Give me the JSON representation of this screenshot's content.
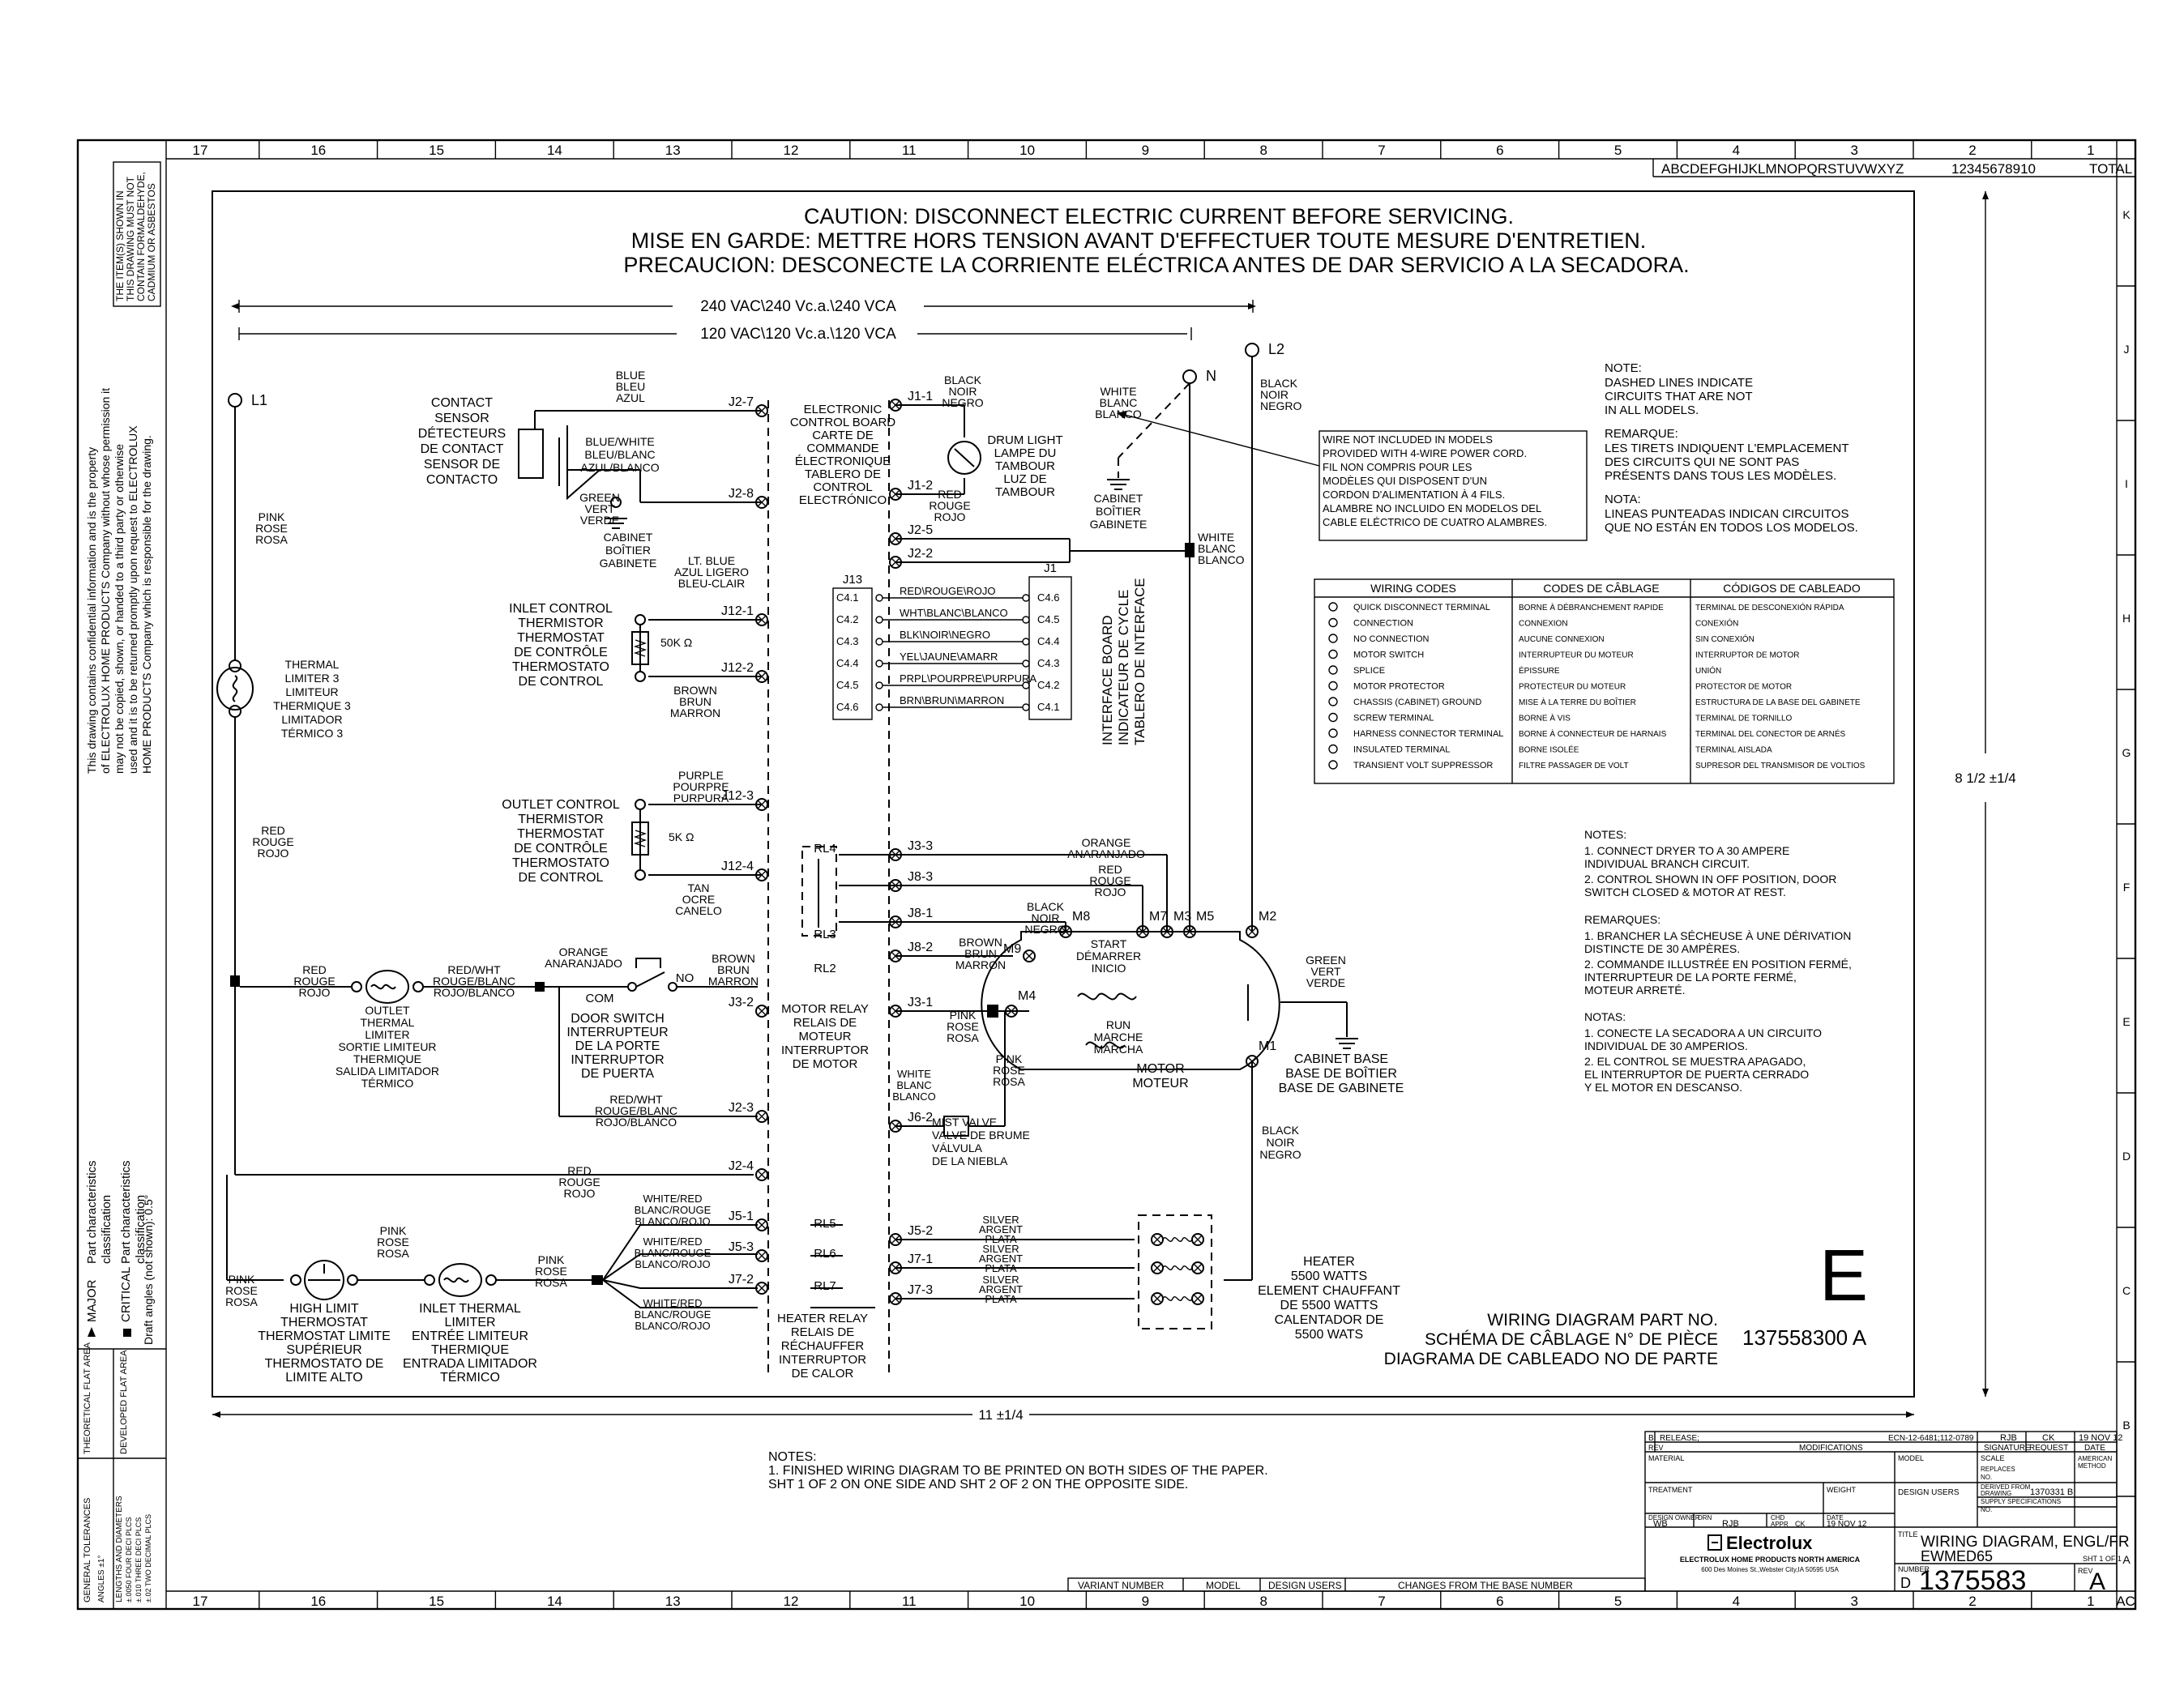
{
  "border": {
    "cols_top": [
      "17",
      "16",
      "15",
      "14",
      "13",
      "12",
      "11",
      "10",
      "9",
      "8",
      "7",
      "6",
      "5",
      "4",
      "3",
      "2",
      "1"
    ],
    "cols_bottom": [
      "17",
      "16",
      "15",
      "14",
      "13",
      "12",
      "11",
      "10",
      "9",
      "8",
      "7",
      "6",
      "5",
      "4",
      "3",
      "2",
      "1",
      "AC"
    ],
    "rows": [
      "K",
      "J",
      "I",
      "H",
      "G",
      "F",
      "E",
      "D",
      "C",
      "B",
      "A"
    ],
    "rev_letters": "ABCDEFGHIJKLMNOPQRSTUVWXYZ",
    "rev_numbers": "12345678910",
    "rev_total": "TOTAL"
  },
  "left_margin": {
    "box_top": [
      "THE ITEM(S) SHOWN IN",
      "THIS DRAWING MUST NOT",
      "CONTAIN FORMALDEHYDE,",
      "CADMIUM OR ASBESTOS"
    ],
    "confidential": [
      "This drawing contains confidential information and is the property",
      "of ELECTROLUX HOME PRODUCTS Company without whose permission it",
      "may not be copied, shown, or handed to a third party or otherwise",
      "used and it is to be returned promptly upon request to ELECTROLUX",
      "HOME PRODUCTS Company which is responsible for the drawing."
    ],
    "part_char": [
      "Part characteristics",
      "classification",
      "Part characteristics",
      "classification"
    ],
    "major": "MAJOR",
    "critical": "CRITICAL",
    "draft": "Draft angles (not shown):  0.5°",
    "flat_theo": "THEORETICAL FLAT AREA",
    "flat_dev": "DEVELOPED FLAT AREA",
    "gen_tol": "GENERAL TOLERANCES",
    "angles": "ANGLES  ±1°",
    "lengths": "LENGTHS AND DIAMETERS",
    "dec": [
      "±.0050  FOUR DECI PLCS",
      "±.010  THREE DECI PLCS",
      "±.02  TWO DECIMAL PLCS"
    ]
  },
  "caution": [
    "CAUTION:  DISCONNECT ELECTRIC CURRENT BEFORE SERVICING.",
    "MISE EN GARDE:  METTRE HORS TENSION AVANT D'EFFECTUER TOUTE MESURE D'ENTRETIEN.",
    "PRECAUCION:  DESCONECTE LA CORRIENTE ELÉCTRICA ANTES DE DAR SERVICIO A LA SECADORA."
  ],
  "voltage": {
    "v240": "240 VAC\\240 Vc.a.\\240 VCA",
    "v120": "120 VAC\\120 Vc.a.\\120 VCA",
    "l1": "L1",
    "l2": "L2",
    "n": "N"
  },
  "dim": {
    "height": "8 1/2 ±1/4",
    "width": "11 ±1/4"
  },
  "labels": {
    "blue": [
      "BLUE",
      "BLEU",
      "AZUL"
    ],
    "contact": [
      "CONTACT",
      "SENSOR",
      "DÉTECTEURS",
      "DE CONTACT",
      "SENSOR DE",
      "CONTACTO"
    ],
    "blue_white": [
      "BLUE/WHITE",
      "BLEU/BLANC",
      "AZUL/BLANCO"
    ],
    "green": [
      "GREEN",
      "VERT",
      "VERDE"
    ],
    "cabinet1": [
      "CABINET",
      "BOÎTIER",
      "GABINETE"
    ],
    "ecb": [
      "ELECTRONIC",
      "CONTROL BOARD",
      "CARTE DE",
      "COMMANDE",
      "ÉLECTRONIQUE",
      "TABLERO DE",
      "CONTROL",
      "ELECTRÓNICO"
    ],
    "black1": [
      "BLACK",
      "NOIR",
      "NEGRO"
    ],
    "drum": [
      "DRUM LIGHT",
      "LAMPE DU",
      "TAMBOUR",
      "LUZ DE",
      "TAMBOUR"
    ],
    "red_j12": [
      "RED",
      "ROUGE",
      "ROJO"
    ],
    "white1": [
      "WHITE",
      "BLANC",
      "BLANCO"
    ],
    "cabinet2": [
      "CABINET",
      "BOÎTIER",
      "GABINETE"
    ],
    "black_l2": [
      "BLACK",
      "NOIR",
      "NEGRO"
    ],
    "white2": [
      "WHITE",
      "BLANC",
      "BLANCO"
    ],
    "wire_note": [
      "WIRE NOT INCLUDED IN MODELS",
      "PROVIDED WITH 4-WIRE POWER CORD.",
      "FIL NON COMPRIS POUR LES",
      "MODÈLES QUI DISPOSENT D'UN",
      "CORDON D'ALIMENTATION À 4 FILS.",
      "ALAMBRE NO INCLUIDO EN MODELOS DEL",
      "CABLE ELÉCTRICO DE CUATRO ALAMBRES."
    ],
    "pink_l1": [
      "PINK",
      "ROSE",
      "ROSA"
    ],
    "lt_blue": [
      "LT. BLUE",
      "AZUL LIGERO",
      "BLEU-CLAIR"
    ],
    "inlet_therm": [
      "INLET CONTROL",
      "THERMISTOR",
      "THERMOSTAT",
      "DE CONTRÔLE",
      "THERMOSTATO",
      "DE CONTROL"
    ],
    "k50": "50K Ω",
    "brown1": [
      "BROWN",
      "BRUN",
      "MARRON"
    ],
    "thermal_limiter": [
      "THERMAL",
      "LIMITER 3",
      "LIMITEUR",
      "THERMIQUE 3",
      "LIMITADOR",
      "TÉRMICO 3"
    ],
    "j13": "J13",
    "j1": "J1",
    "j13_pins": [
      "C4.1",
      "C4.2",
      "C4.3",
      "C4.4",
      "C4.5",
      "C4.6"
    ],
    "j1_pins": [
      "C4.6",
      "C4.5",
      "C4.4",
      "C4.3",
      "C4.2",
      "C4.1"
    ],
    "harness": [
      "RED\\ROUGE\\ROJO",
      "WHT\\BLANC\\BLANCO",
      "BLK\\NOIR\\NEGRO",
      "YEL\\JAUNE\\AMARR",
      "PRPL\\POURPRE\\PURPURA",
      "BRN\\BRUN\\MARRON"
    ],
    "interface": [
      "INTERFACE BOARD",
      "INDICATEUR DE CYCLE",
      "TABLERO DE INTERFACE"
    ],
    "purple": [
      "PURPLE",
      "POURPRE",
      "PURPURA"
    ],
    "outlet_therm": [
      "OUTLET CONTROL",
      "THERMISTOR",
      "THERMOSTAT",
      "DE CONTRÔLE",
      "THERMOSTATO",
      "DE CONTROL"
    ],
    "k5": "5K Ω",
    "tan": [
      "TAN",
      "OCRE",
      "CANELO"
    ],
    "red_left": [
      "RED",
      "ROUGE",
      "ROJO"
    ],
    "orange_top": [
      "ORANGE",
      "ANARANJADO"
    ],
    "red_j8": [
      "RED",
      "ROUGE",
      "ROJO"
    ],
    "black_m8": [
      "BLACK",
      "NOIR",
      "NEGRO"
    ],
    "brown_m9": [
      "BROWN",
      "BRUN",
      "MARRON"
    ],
    "start": [
      "START",
      "DÉMARRER",
      "INICIO"
    ],
    "run": [
      "RUN",
      "MARCHE",
      "MARCHA"
    ],
    "motor": [
      "MOTOR",
      "MOTEUR"
    ],
    "green_motor": [
      "GREEN",
      "VERT",
      "VERDE"
    ],
    "cabinet_base": [
      "CABINET BASE",
      "BASE DE BOÎTIER",
      "BASE DE GABINETE"
    ],
    "black_m1": [
      "BLACK",
      "NOIR",
      "NEGRO"
    ],
    "red2": [
      "RED",
      "ROUGE",
      "ROJO"
    ],
    "outlet_limiter": [
      "OUTLET",
      "THERMAL",
      "LIMITER",
      "SORTIE LIMITEUR",
      "THERMIQUE",
      "SALIDA LIMITADOR",
      "TÉRMICO"
    ],
    "red_wht": [
      "RED/WHT",
      "ROUGE/BLANC",
      "ROJO/BLANCO"
    ],
    "orange_ds": [
      "ORANGE",
      "ANARANJADO"
    ],
    "com": "COM",
    "no": "NO",
    "brown_ds": [
      "BROWN",
      "BRUN",
      "MARRON"
    ],
    "door_switch": [
      "DOOR SWITCH",
      "INTERRUPTEUR",
      "DE LA PORTE",
      "INTERRUPTOR",
      "DE PUERTA"
    ],
    "motor_relay": [
      "MOTOR RELAY",
      "RELAIS DE",
      "MOTEUR",
      "INTERRUPTOR",
      "DE MOTOR"
    ],
    "pink_j31": [
      "PINK",
      "ROSE",
      "ROSA"
    ],
    "pink_m4": [
      "PINK",
      "ROSE",
      "ROSA"
    ],
    "white_j62": [
      "WHITE",
      "BLANC",
      "BLANCO"
    ],
    "mist": [
      "MIST VALVE",
      "VALVE DE BRUME",
      "VÁLVULA",
      "DE LA NIEBLA"
    ],
    "red_wht2": [
      "RED/WHT",
      "ROUGE/BLANC",
      "ROJO/BLANCO"
    ],
    "red_j24": [
      "RED",
      "ROUGE",
      "ROJO"
    ],
    "white_red1": [
      "WHITE/RED",
      "BLANC/ROUGE",
      "BLANCO/ROJO"
    ],
    "white_red2": [
      "WHITE/RED",
      "BLANC/ROUGE",
      "BLANCO/ROJO"
    ],
    "white_red3": [
      "WHITE/RED",
      "BLANC/ROUGE",
      "BLANCO/ROJO"
    ],
    "pink_hl": [
      "PINK",
      "ROSE",
      "ROSA"
    ],
    "pink_il": [
      "PINK",
      "ROSE",
      "ROSA"
    ],
    "pink_bot": [
      "PINK",
      "ROSE",
      "ROSA"
    ],
    "high_limit": [
      "HIGH LIMIT",
      "THERMOSTAT",
      "THERMOSTAT LIMITE",
      "SUPÉRIEUR",
      "THERMOSTATO DE",
      "LIMITE ALTO"
    ],
    "inlet_limiter": [
      "INLET THERMAL",
      "LIMITER",
      "ENTRÉE LIMITEUR",
      "THERMIQUE",
      "ENTRADA LIMITADOR",
      "TÉRMICO"
    ],
    "heater_relay": [
      "HEATER RELAY",
      "RELAIS DE",
      "RÉCHAUFFER",
      "INTERRUPTOR",
      "DE CALOR"
    ],
    "silver1": [
      "SILVER",
      "ARGENT",
      "PLATA"
    ],
    "silver2": [
      "SILVER",
      "ARGENT",
      "PLATA"
    ],
    "silver3": [
      "SILVER",
      "ARGENT",
      "PLATA"
    ],
    "heater": [
      "HEATER",
      "5500 WATTS",
      "ELEMENT CHAUFFANT",
      "DE 5500 WATTS",
      "CALENTADOR DE",
      "5500 WATS"
    ],
    "rl": [
      "RL4",
      "RL3",
      "RL2",
      "RL5",
      "RL6",
      "RL7"
    ]
  },
  "pins": {
    "j27": "J2-7",
    "j28": "J2-8",
    "j11": "J1-1",
    "j12": "J1-2",
    "j25": "J2-5",
    "j22": "J2-2",
    "j121": "J12-1",
    "j122": "J12-2",
    "j123": "J12-3",
    "j124": "J12-4",
    "j33": "J3-3",
    "j83": "J8-3",
    "j81": "J8-1",
    "j82": "J8-2",
    "j32": "J3-2",
    "j31": "J3-1",
    "j23": "J2-3",
    "j62": "J6-2",
    "j24": "J2-4",
    "j51": "J5-1",
    "j53": "J5-3",
    "j72": "J7-2",
    "j52": "J5-2",
    "j71": "J7-1",
    "j73": "J7-3",
    "m8": "M8",
    "m7": "M7",
    "m3": "M3",
    "m5": "M5",
    "m2": "M2",
    "m9": "M9",
    "m4": "M4",
    "m1": "M1"
  },
  "notes_top": {
    "note_h": "NOTE:",
    "note": [
      "DASHED LINES INDICATE",
      "CIRCUITS THAT ARE NOT",
      "IN ALL MODELS."
    ],
    "rem_h": "REMARQUE:",
    "rem": [
      "LES TIRETS INDIQUENT L'EMPLACEMENT",
      "DES CIRCUITS QUI NE SONT PAS",
      "PRÉSENTS DANS TOUS LES MODÈLES."
    ],
    "nota_h": "NOTA:",
    "nota": [
      "LINEAS PUNTEADAS INDICAN CIRCUITOS",
      "QUE NO ESTÁN EN TODOS LOS MODELOS."
    ]
  },
  "wiring_codes": {
    "headers": [
      "WIRING CODES",
      "CODES DE CÂBLAGE",
      "CÓDIGOS DE CABLEADO"
    ],
    "en": [
      "QUICK DISCONNECT TERMINAL",
      "CONNECTION",
      "NO CONNECTION",
      "MOTOR SWITCH",
      "SPLICE",
      "MOTOR PROTECTOR",
      "CHASSIS (CABINET) GROUND",
      "SCREW TERMINAL",
      "HARNESS CONNECTOR TERMINAL",
      "INSULATED TERMINAL",
      "TRANSIENT VOLT SUPPRESSOR"
    ],
    "fr": [
      "BORNE À DÉBRANCHEMENT RAPIDE",
      "CONNEXION",
      "AUCUNE CONNEXION",
      "INTERRUPTEUR DU MOTEUR",
      "ÉPISSURE",
      "PROTECTEUR DU MOTEUR",
      "MISE À LA TERRE DU BOÎTIER",
      "BORNE À VIS",
      "BORNE À CONNECTEUR DE HARNAIS",
      "BORNE ISOLÉE",
      "FILTRE PASSAGER DE VOLT"
    ],
    "es": [
      "TERMINAL DE DESCONEXIÓN RÁPIDA",
      "CONEXIÓN",
      "SIN CONEXIÓN",
      "INTERRUPTOR DE MOTOR",
      "UNIÓN",
      "PROTECTOR DE MOTOR",
      "ESTRUCTURA DE LA BASE DEL GABINETE",
      "TERMINAL DE TORNILLO",
      "TERMINAL DEL CONECTOR DE ARNÉS",
      "TERMINAL AISLADA",
      "SUPRESOR DEL TRANSMISOR DE VOLTIOS"
    ]
  },
  "notes_mid": {
    "notes_h": "NOTES:",
    "notes": [
      "1. CONNECT DRYER TO A 30 AMPERE",
      "    INDIVIDUAL BRANCH CIRCUIT.",
      "2. CONTROL SHOWN IN OFF POSITION, DOOR",
      "    SWITCH CLOSED & MOTOR AT REST."
    ],
    "rem_h": "REMARQUES:",
    "rem": [
      "1. BRANCHER LA SÉCHEUSE À UNE DÉRIVATION",
      "    DISTINCTE DE 30 AMPÈRES.",
      "2. COMMANDE ILLUSTRÉE EN POSITION FERMÉ,",
      "    INTERRUPTEUR DE LA PORTE FERMÉ,",
      "    MOTEUR ARRETÉ."
    ],
    "nota_h": "NOTAS:",
    "nota": [
      "1. CONECTE LA SECADORA A UN CIRCUITO",
      "    INDIVIDUAL DE 30 AMPERIOS.",
      "2. EL CONTROL SE MUESTRA APAGADO,",
      "    EL INTERRUPTOR DE PUERTA CERRADO",
      "    Y EL MOTOR EN DESCANSO."
    ]
  },
  "part": {
    "letter": "E",
    "lines": [
      "WIRING DIAGRAM PART NO.",
      "SCHÉMA DE CÂBLAGE N° DE PIÈCE",
      "DIAGRAMA DE CABLEADO NO DE PARTE"
    ],
    "number": "137558300  A"
  },
  "notes_bottom": {
    "h": "NOTES:",
    "lines": [
      "1. FINISHED WIRING DIAGRAM TO BE PRINTED ON BOTH SIDES OF THE PAPER.",
      "    SHT 1 OF 2 ON ONE SIDE AND SHT 2 OF 2 ON THE OPPOSITE SIDE."
    ]
  },
  "title_block": {
    "rel_b": "B",
    "rel_label": "RELEASE;",
    "rel_ecn": "ECN-12-6481;112-0789",
    "rel_rjb": "RJB",
    "rel_ck": "CK",
    "rel_date": "19 NOV 12",
    "rev": "REV",
    "modifications": "MODIFICATIONS",
    "signature": "SIGNATURE",
    "request": "REQUEST",
    "date": "DATE",
    "material": "MATERIAL",
    "model": "MODEL",
    "scale": "SCALE",
    "replaces": "REPLACES",
    "no": "NO.",
    "american": "AMERICAN",
    "method": "METHOD",
    "treatment": "TREATMENT",
    "weight": "WEIGHT",
    "design_users": "DESIGN USERS",
    "derived": "DERIVED FROM",
    "drawing": "DRAWING",
    "derived_no": "1370331 B",
    "supply": "SUPPLY SPECIFICATIONS",
    "supply_no": "NO.",
    "design_owner": "DESIGN OWNER",
    "drn": "DRN",
    "chd": "CHD",
    "date2": "DATE",
    "wb": "WB",
    "rjb": "RJB",
    "appr": "APPR",
    "ck": "CK",
    "nov": "19 NOV 12",
    "title_lbl": "TITLE",
    "title": "WIRING DIAGRAM, ENGL/FR",
    "title2": "EWMED65",
    "sht": "SHT 1 OF 1",
    "brand": "Electrolux",
    "company": "ELECTROLUX HOME PRODUCTS NORTH AMERICA",
    "address": "600 Des Moines St.,Webster City,IA 50595  USA",
    "number_lbl": "NUMBER",
    "number_d": "D",
    "number": "1375583",
    "rev_lbl": "REV",
    "rev_val": "A",
    "variant": "VARIANT NUMBER",
    "model2": "MODEL",
    "design_users2": "DESIGN USERS",
    "changes": "CHANGES FROM THE BASE NUMBER"
  }
}
